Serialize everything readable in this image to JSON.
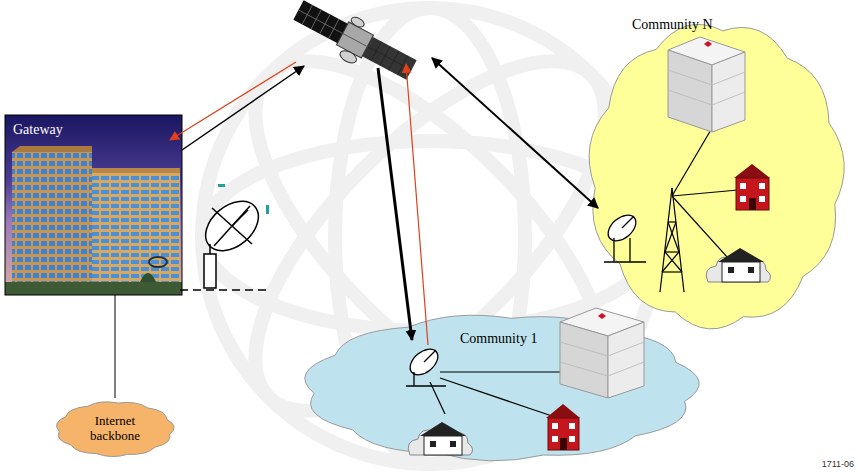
{
  "diagram": {
    "nodes": [
      {
        "text": [
          "Gateway"
        ]
      },
      {
        "text": [
          "Internet backbone"
        ]
      },
      {
        "text": [
          "Community N"
        ]
      },
      {
        "text": [
          "Community 1"
        ]
      }
    ],
    "edges": [
      {
        "from": 0,
        "to": 1,
        "arrow": "none"
      }
    ],
    "labels": [
      "1711-06"
    ]
  }
}
